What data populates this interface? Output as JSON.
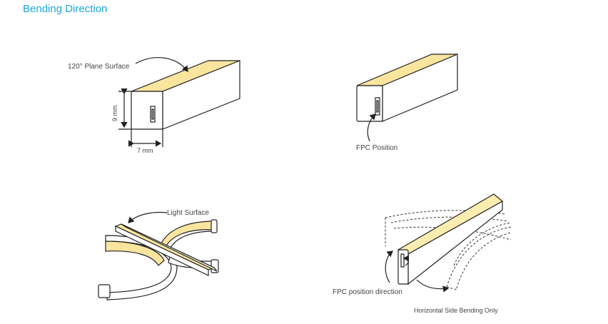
{
  "header": {
    "title": "Bending Direction"
  },
  "labels": {
    "plane_surface": "120° Plane Surface",
    "height": "9 mm",
    "width": "7 mm",
    "fpc_position": "FPC Position",
    "light_surface": "Light Surface",
    "fpc_direction": "FPC position direction",
    "horizontal_bending": "Horizontal Side Bending Only"
  },
  "colors": {
    "title": "#1ca6d8",
    "led": "#fbedb0",
    "led_strong": "#fae59e",
    "line": "#222222"
  }
}
